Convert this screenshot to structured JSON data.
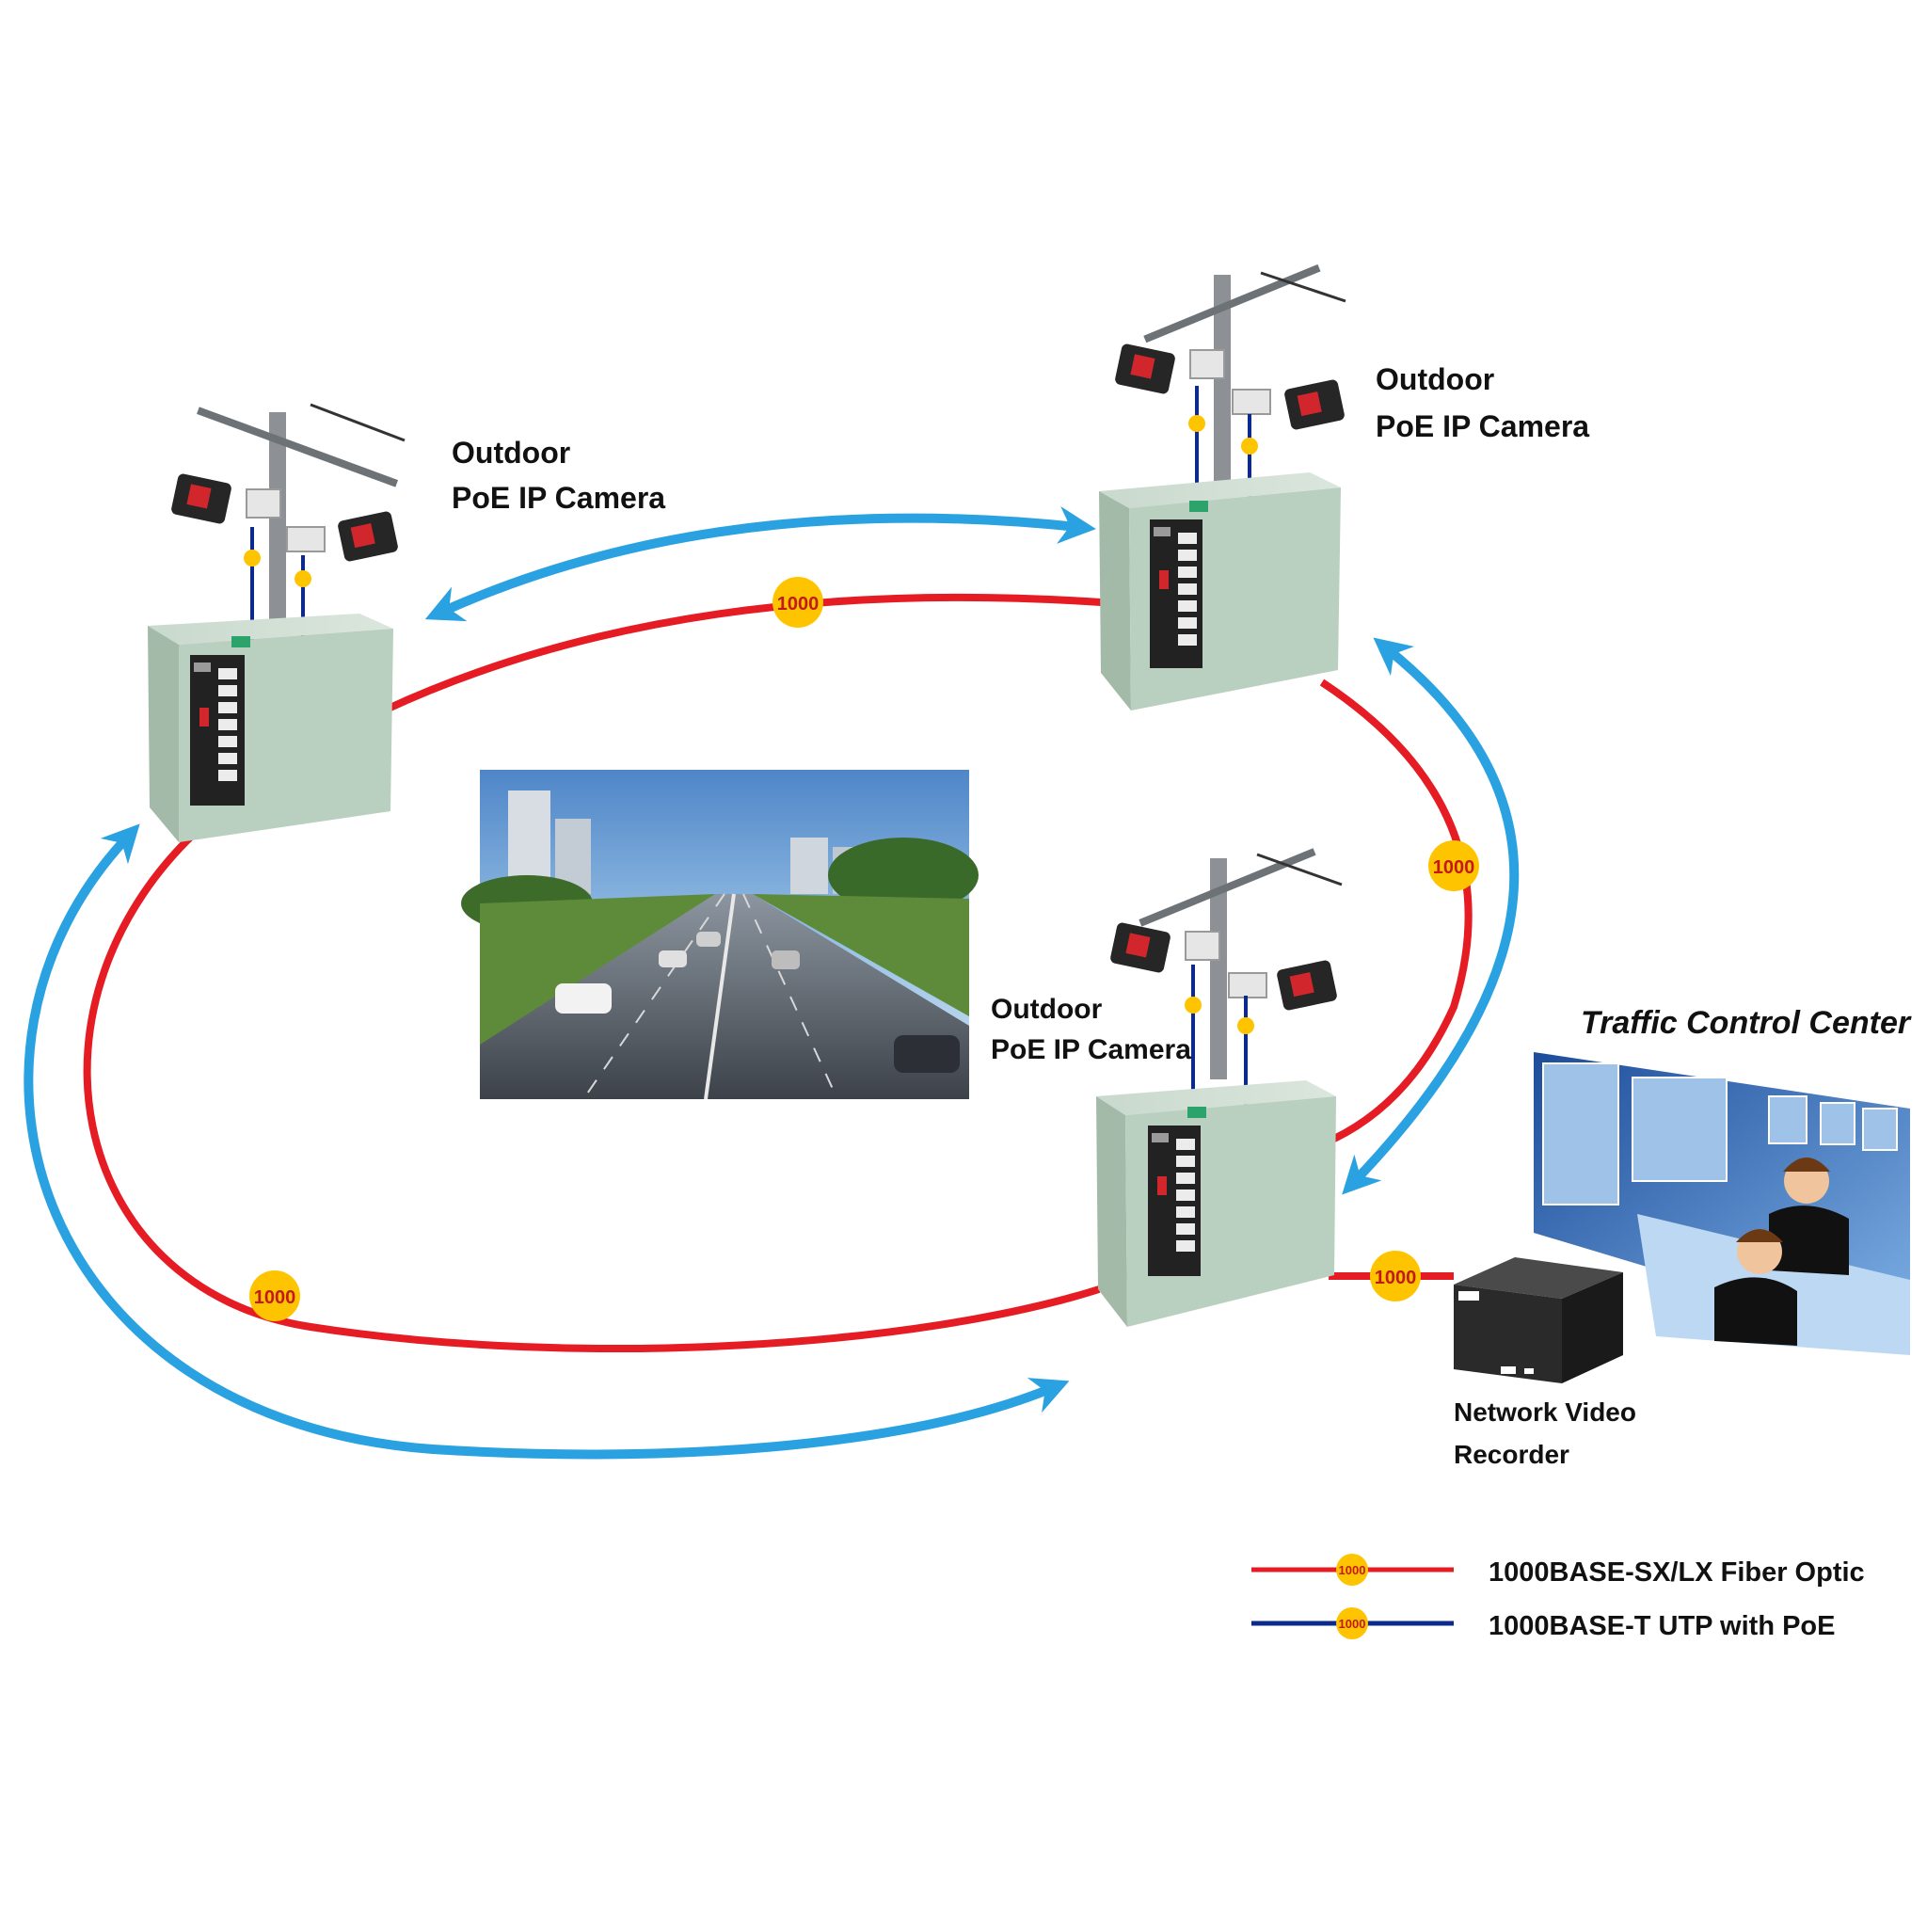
{
  "colors": {
    "fiber": "#e51c23",
    "utp": "#0b2a8c",
    "ring_arrow": "#2aa1e0",
    "badge_fill": "#ffc400",
    "badge_text": "#c21a1a",
    "cabinet": "#b9cfbf",
    "switch": "#222222"
  },
  "sites": [
    {
      "label_line1": "Outdoor",
      "label_line2": "PoE IP Camera"
    },
    {
      "label_line1": "Outdoor",
      "label_line2": "PoE IP Camera"
    },
    {
      "label_line1": "Outdoor",
      "label_line2": "PoE IP Camera"
    }
  ],
  "links": {
    "fiber_top": "1000",
    "fiber_right": "1000",
    "fiber_left": "1000",
    "fiber_nvr": "1000"
  },
  "control_center": {
    "title": "Traffic Control Center",
    "nvr_line1": "Network Video",
    "nvr_line2": "Recorder"
  },
  "legend": [
    {
      "badge": "1000",
      "text": "1000BASE-SX/LX Fiber Optic"
    },
    {
      "badge": "1000",
      "text": "1000BASE-T UTP with PoE"
    }
  ]
}
